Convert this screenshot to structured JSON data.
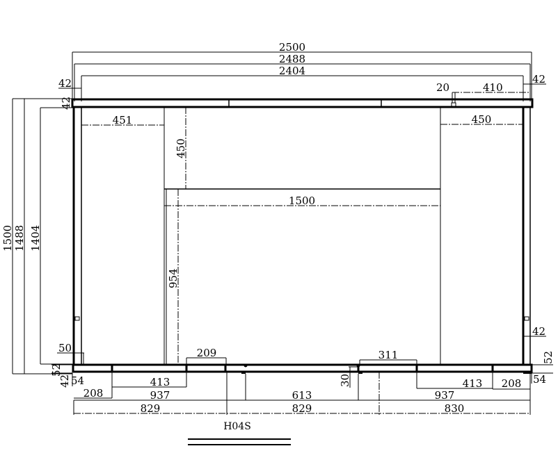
{
  "drawing": {
    "title": "H04S",
    "type": "technical-drawing-plan-view",
    "overall_dimensions": {
      "width_outer": "2500",
      "width_mid": "2488",
      "width_inner": "2404",
      "height_outer": "1500",
      "height_mid": "1488",
      "height_inner": "1404"
    },
    "top_edge": {
      "left_offset": "42",
      "left_frame_thickness": "42",
      "right_offset": "42",
      "right_gap": "20",
      "right_segment": "410"
    },
    "inner_panels": {
      "left_width": "451",
      "right_width": "450",
      "upper_height": "450",
      "center_width": "1500",
      "lower_height": "954"
    },
    "bottom_edge": {
      "left_post_height": "50",
      "left_rail_height": "52",
      "left_rail_gap": "42",
      "left_foot": "54",
      "left_pad": "208",
      "left_span": "413",
      "left_total": "937",
      "left_segment": "829",
      "door_pad_left": "209",
      "door_gap": "613",
      "door_offset": "30",
      "door_pad_right": "311",
      "center_segment": "829",
      "right_span": "413",
      "right_total": "937",
      "right_pad": "208",
      "right_foot": "54",
      "right_rail_height": "52",
      "right_post_height": "42",
      "right_segment": "830"
    }
  }
}
